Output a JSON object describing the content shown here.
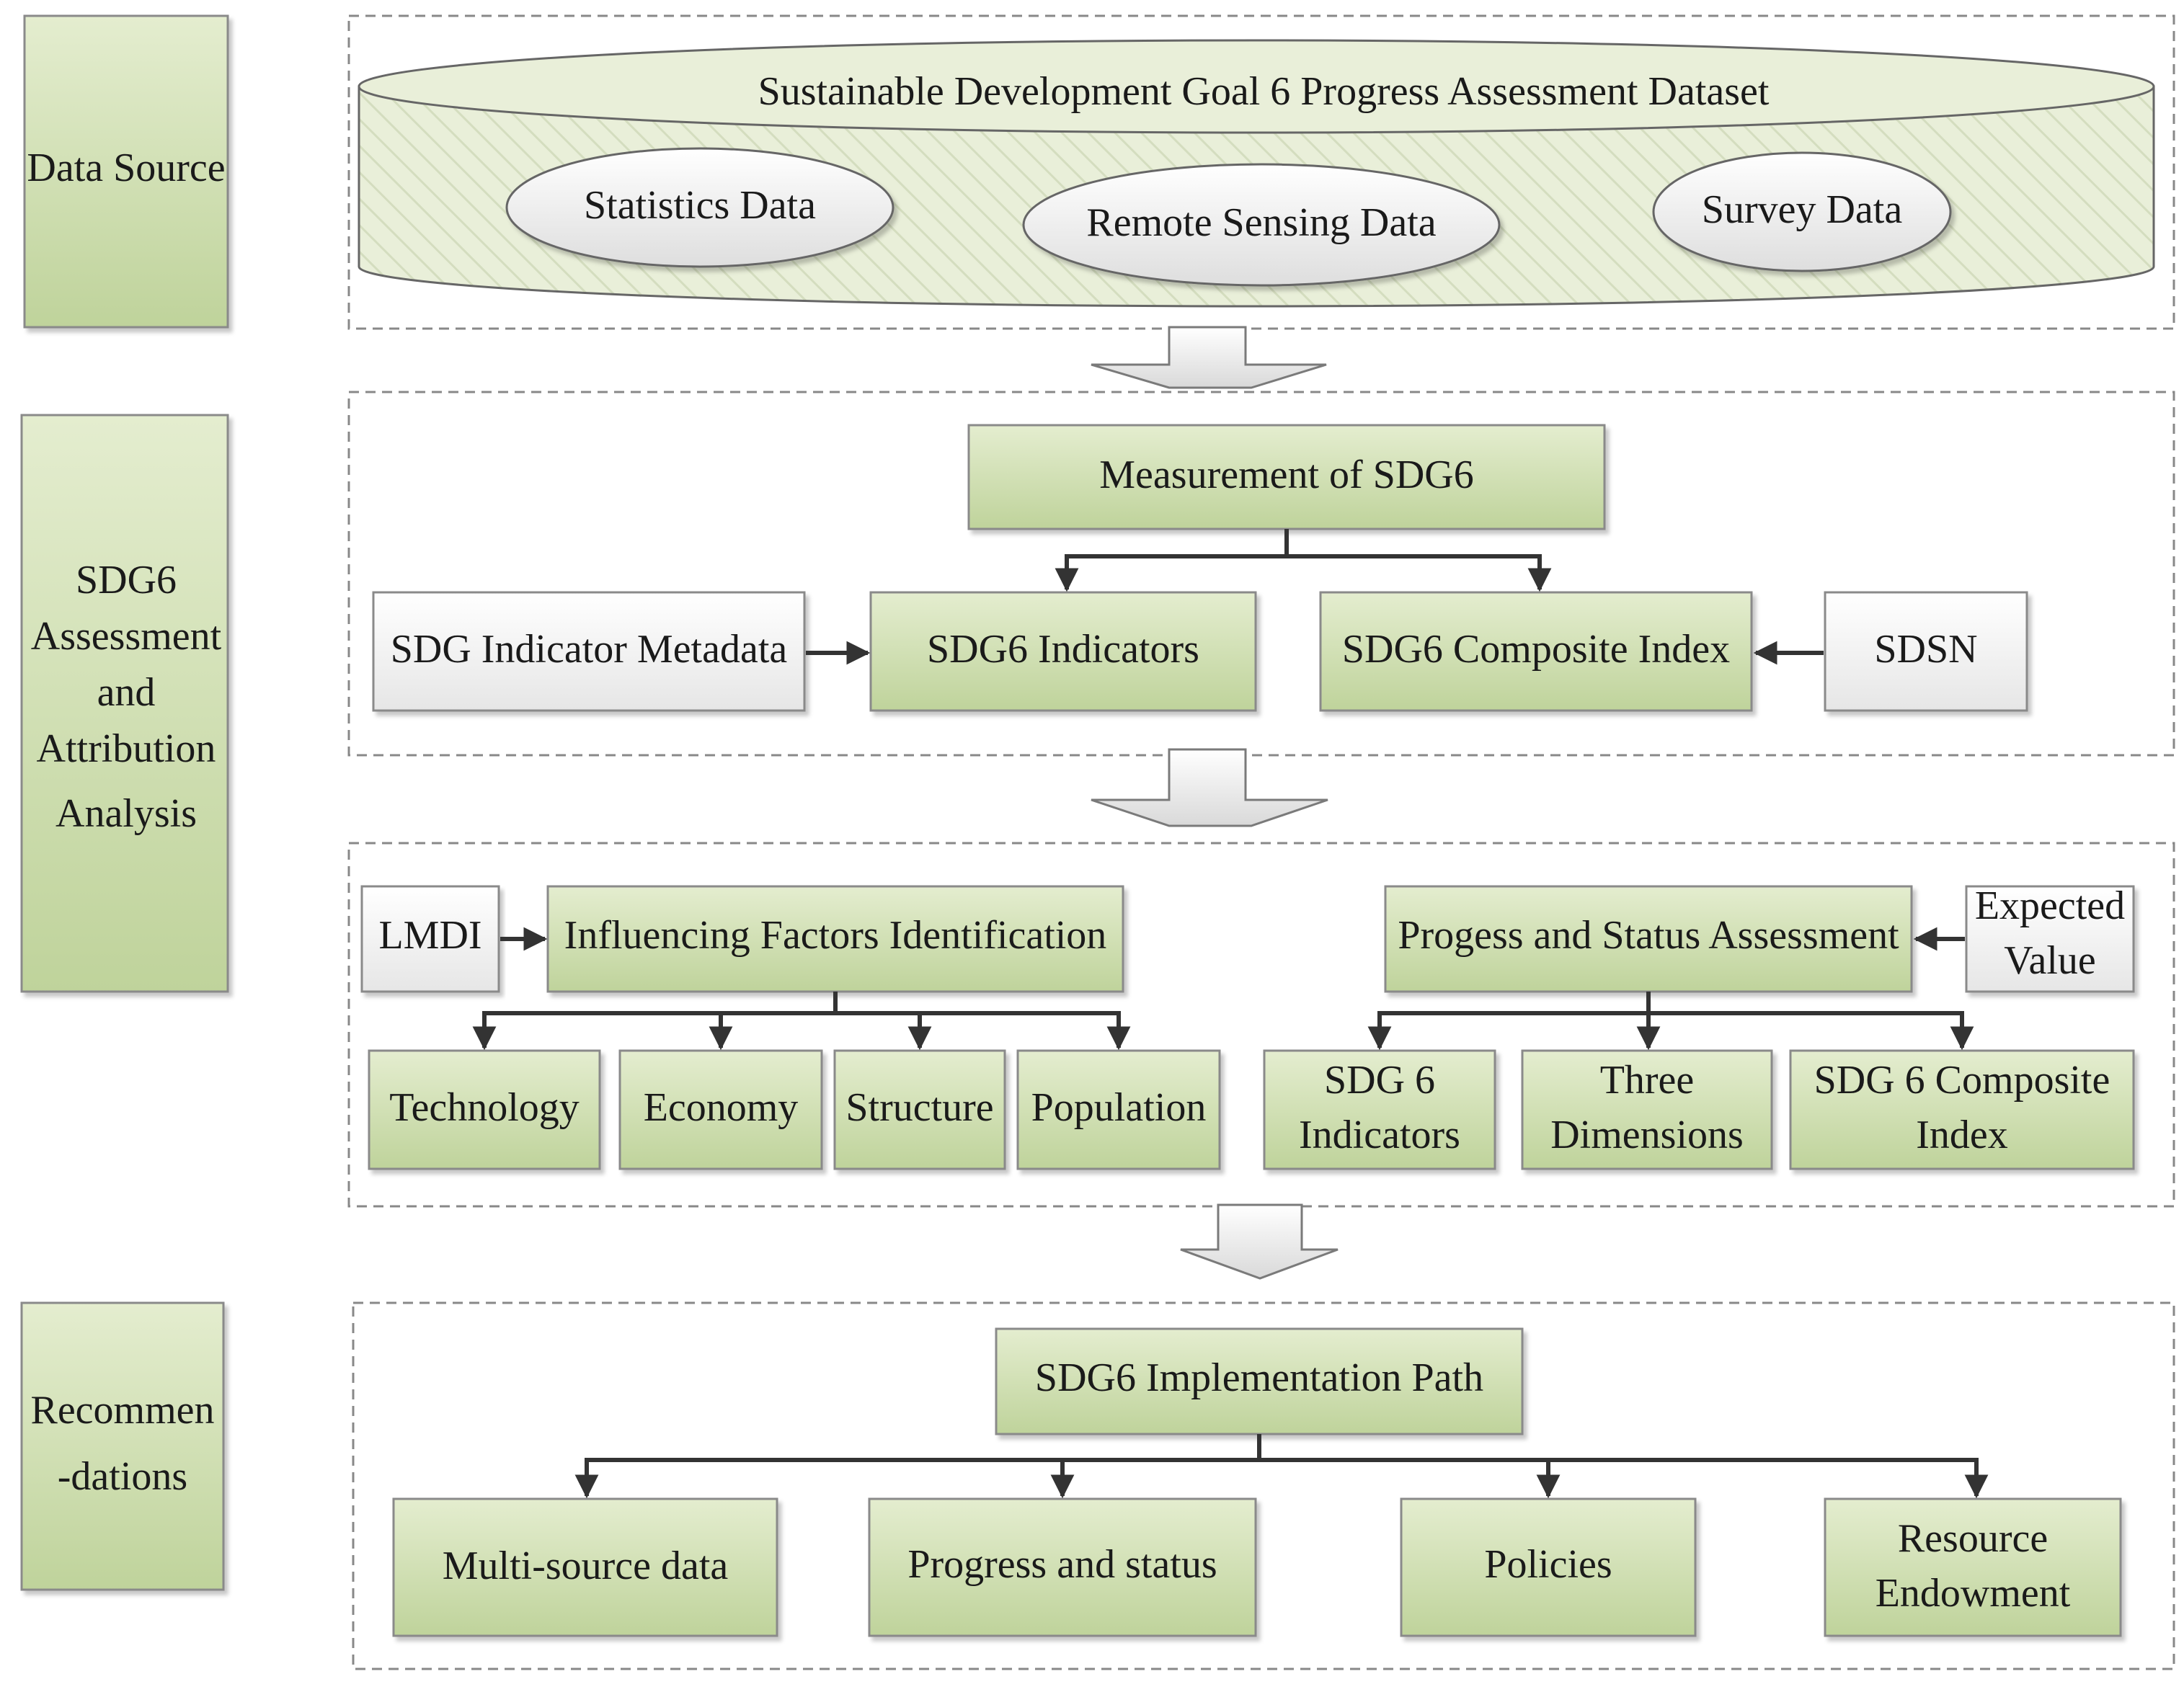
{
  "sections": {
    "data_source": "Data Source",
    "assessment": [
      "SDG6",
      "Assessment",
      "and",
      "Attribution",
      "Analysis"
    ],
    "recommendations": [
      "Recommen",
      "-dations"
    ]
  },
  "data_source_panel": {
    "dataset_title": "Sustainable Development Goal 6 Progress Assessment Dataset",
    "sources": [
      "Statistics Data",
      "Remote Sensing Data",
      "Survey Data"
    ]
  },
  "assessment_panel": {
    "measurement": "Measurement of SDG6",
    "metadata": "SDG Indicator Metadata",
    "indicators": "SDG6 Indicators",
    "composite_index": "SDG6 Composite Index",
    "sdsn": "SDSN"
  },
  "analysis_panel": {
    "lmdi": "LMDI",
    "influencing": "Influencing Factors Identification",
    "factors": [
      "Technology",
      "Economy",
      "Structure",
      "Population"
    ],
    "progress": "Progess and Status Assessment",
    "expected_value": [
      "Expected",
      "Value"
    ],
    "outputs": [
      [
        "SDG 6",
        "Indicators"
      ],
      [
        "Three",
        "Dimensions"
      ],
      [
        "SDG 6 Composite",
        "Index"
      ]
    ]
  },
  "recommendations_panel": {
    "path": "SDG6 Implementation Path",
    "items": [
      [
        "Multi-source data"
      ],
      [
        "Progress and status"
      ],
      [
        "Policies"
      ],
      [
        "Resource",
        "Endowment"
      ]
    ]
  },
  "colors": {
    "green_top": "#e4edcf",
    "green_bottom": "#bfd39b",
    "box_border": "#8a8a8a",
    "line": "#333333",
    "dash": "#888888",
    "white_box_top": "#ffffff",
    "white_box_bottom": "#e9e9e9"
  }
}
